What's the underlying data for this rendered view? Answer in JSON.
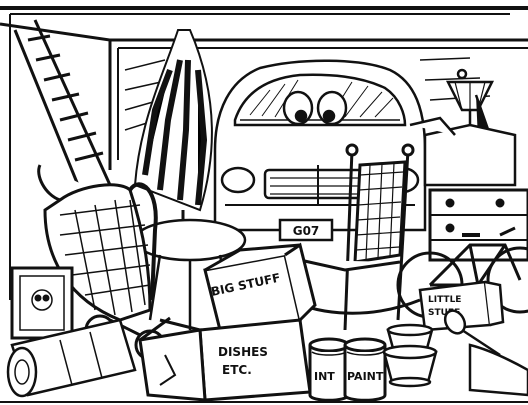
{
  "boxes": {
    "big_stuff": "BIG STUFF",
    "dishes_line1": "DISHES",
    "dishes_line2": "ETC.",
    "little_line1": "LITTLE",
    "little_line2": "STUFF"
  },
  "paint_cans": {
    "left": "INT",
    "right": "PAINT"
  },
  "license_plate": "G07",
  "colors": {
    "ink": "#111111",
    "paper": "#ffffff"
  }
}
